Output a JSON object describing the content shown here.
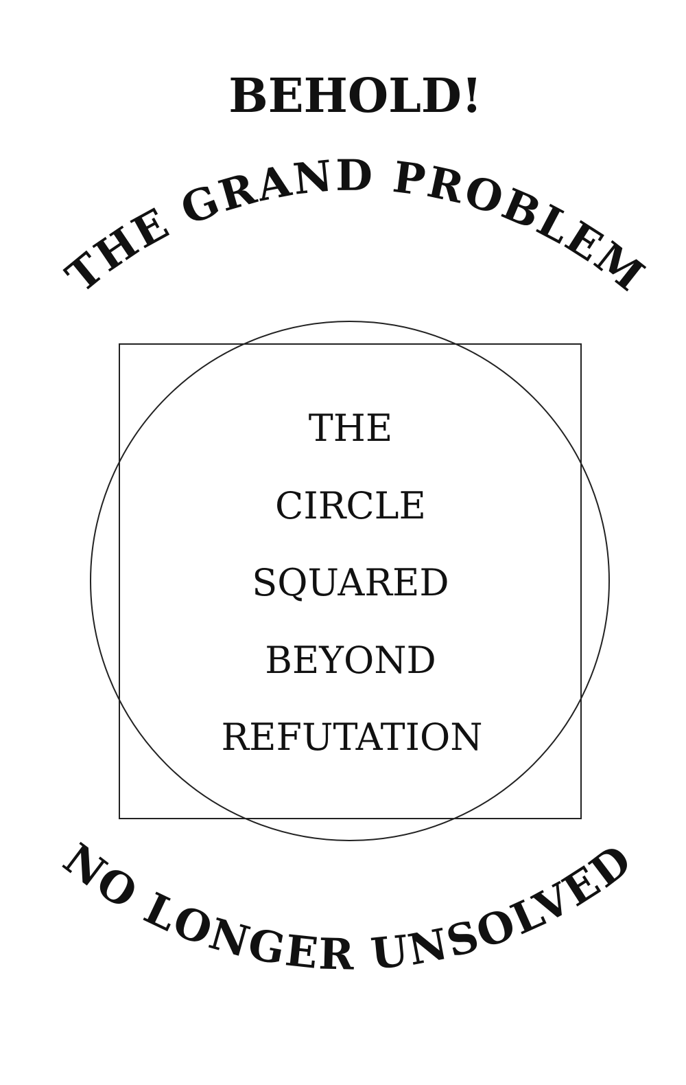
{
  "headline": "BEHOLD!",
  "top_arc": "THE GRAND PROBLEM",
  "center_lines": [
    "THE",
    "CIRCLE",
    "SQUARED",
    "BEYOND",
    "REFUTATION"
  ],
  "bottom_arc": "NO LONGER UNSOLVED",
  "colors": {
    "ink": "#111111",
    "background": "#ffffff"
  }
}
